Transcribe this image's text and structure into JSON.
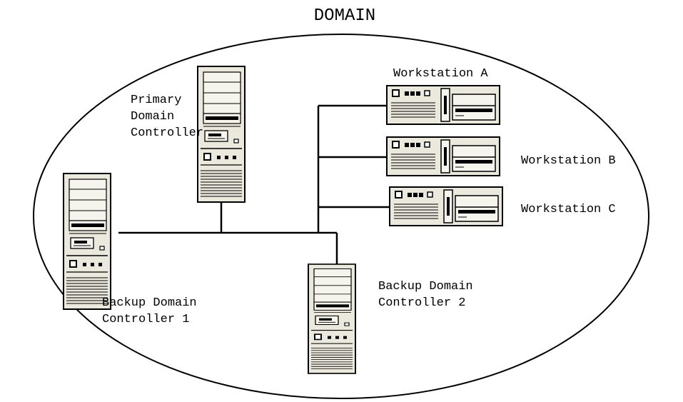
{
  "title": "DOMAIN",
  "nodes": {
    "pdc": {
      "line1": "Primary",
      "line2": "Domain",
      "line3": "Controller",
      "icon": "tower-server-icon"
    },
    "bdc1": {
      "line1": "Backup Domain",
      "line2": "Controller 1",
      "icon": "tower-server-icon"
    },
    "bdc2": {
      "line1": "Backup Domain",
      "line2": "Controller 2",
      "icon": "tower-server-icon"
    },
    "wsA": {
      "label": "Workstation A",
      "icon": "desktop-workstation-icon"
    },
    "wsB": {
      "label": "Workstation B",
      "icon": "desktop-workstation-icon"
    },
    "wsC": {
      "label": "Workstation C",
      "icon": "desktop-workstation-icon"
    }
  },
  "colors": {
    "device_body": "#ebe9de",
    "line": "#000000",
    "background": "#ffffff"
  }
}
